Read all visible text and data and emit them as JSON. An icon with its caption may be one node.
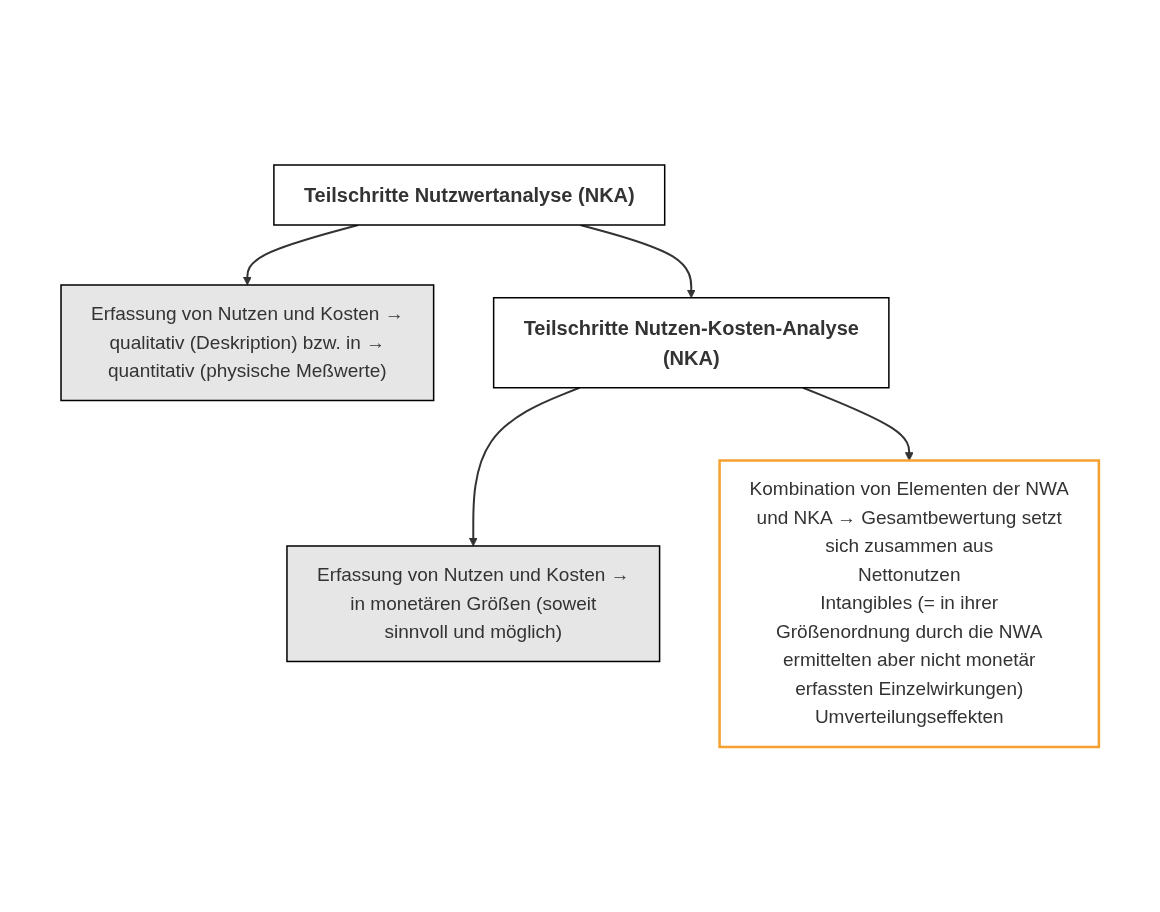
{
  "diagram": {
    "nodes": [
      {
        "text": [
          "Teilschritte Nutzwertanalyse (NKA)"
        ]
      },
      {
        "text": [
          "Erfassung von Nutzen und Kosten → qualitativ (Deskription) bzw. in → quantitativ (physische Meßwerte)"
        ]
      },
      {
        "text": [
          "Teilschritte Nutzen-Kosten-Analyse (NKA)"
        ]
      },
      {
        "text": [
          "Erfassung von Nutzen und Kosten → in monetären Größen (soweit sinnvoll und möglich)"
        ]
      },
      {
        "text": [
          "Kombination von Elementen der NWA und NKA → Gesamtbewertung setzt sich zusammen aus",
          "Nettonutzen",
          "Intangibles (= in ihrer Größenordnung durch die NWA ermittelten aber nicht monetär erfassten Einzelwirkungen)",
          "Umverteilungseffekten"
        ]
      }
    ],
    "edges": [
      {
        "from": 0,
        "to": 1,
        "arrow": "to"
      },
      {
        "from": 0,
        "to": 2,
        "arrow": "to"
      },
      {
        "from": 2,
        "to": 3,
        "arrow": "to"
      },
      {
        "from": 2,
        "to": 4,
        "arrow": "to"
      }
    ]
  }
}
